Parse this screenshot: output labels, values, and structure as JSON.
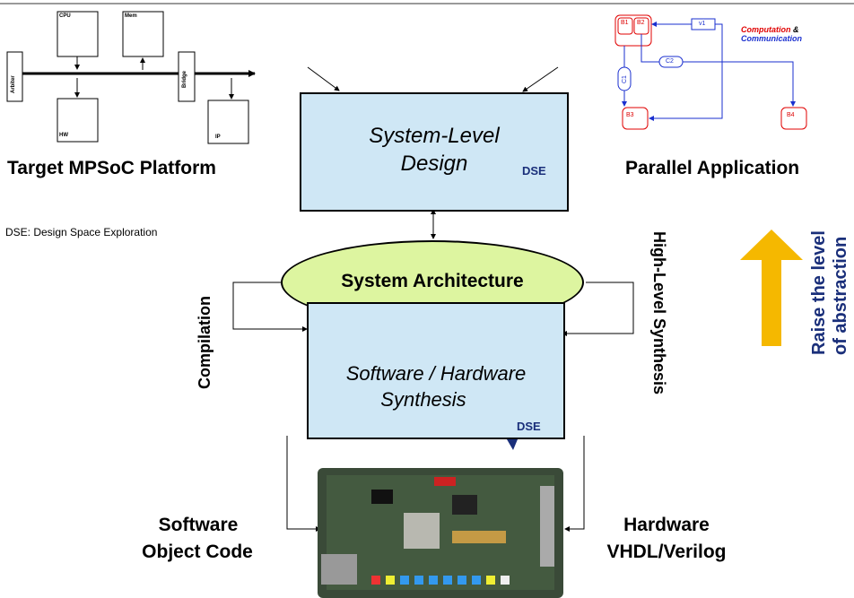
{
  "platform": {
    "title": "Target MPSoC Platform",
    "cpu": "CPU",
    "mem": "Mem",
    "hw": "HW",
    "ip": "IP",
    "arbiter": "Arbiter",
    "bridge": "Bridge"
  },
  "application": {
    "title": "Parallel Application",
    "legend_computation": "Computation",
    "legend_and": "&",
    "legend_communication": "Communication",
    "nodes": {
      "b1": "B1",
      "b2": "B2",
      "b3": "B3",
      "b4": "B4",
      "v1": "v1",
      "c1": "C1",
      "c2": "C2"
    }
  },
  "sld": {
    "title_line1": "System-Level",
    "title_line2": "Design",
    "badge": "DSE"
  },
  "dse_note": "DSE: Design Space Exploration",
  "arch": {
    "label": "System Architecture"
  },
  "compilation": "Compilation",
  "hls": "High-Level Synthesis",
  "synth": {
    "title_line1": "Software / Hardware",
    "title_line2": "Synthesis",
    "badge": "DSE"
  },
  "software_out": {
    "line1": "Software",
    "line2": "Object Code"
  },
  "hardware_out": {
    "line1": "Hardware",
    "line2": "VHDL/Verilog"
  },
  "abstraction": {
    "line1": "Raise the level",
    "line2": "of abstraction"
  },
  "colors": {
    "box_fill": "#cfe7f5",
    "ellipse_fill": "#ddf5a0",
    "arrow_yellow": "#f5b800",
    "abstraction_text": "#1a2f7a",
    "comp_red": "#e00000",
    "comm_blue": "#1a2fcf"
  }
}
